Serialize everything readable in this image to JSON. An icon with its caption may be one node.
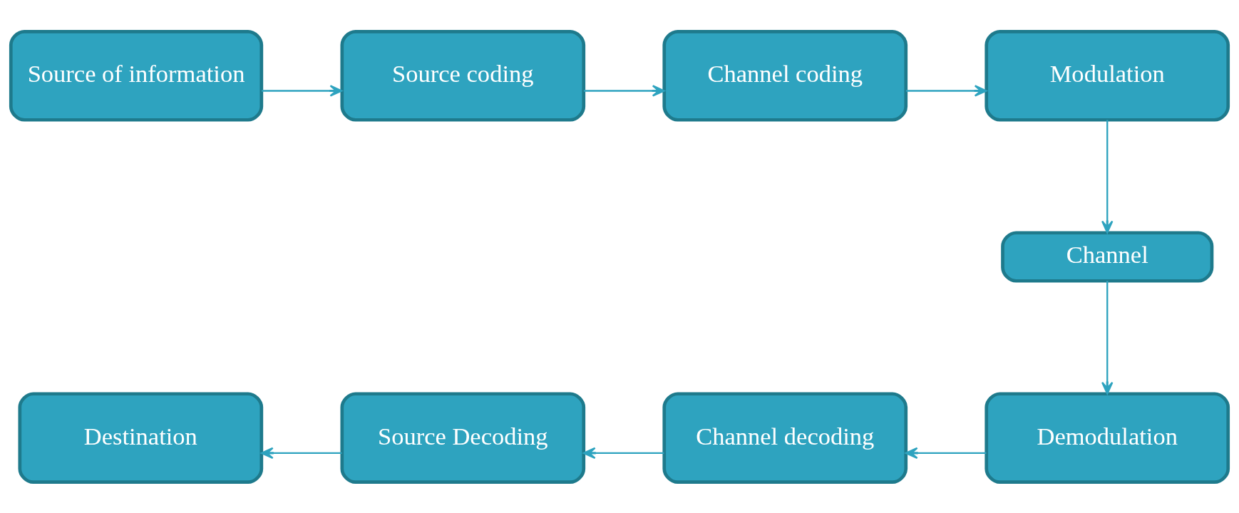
{
  "diagram": {
    "nodes": [
      {
        "text": [
          "Source of information"
        ]
      },
      {
        "text": [
          "Source coding"
        ]
      },
      {
        "text": [
          "Channel coding"
        ]
      },
      {
        "text": [
          "Modulation"
        ]
      },
      {
        "text": [
          "Channel"
        ]
      },
      {
        "text": [
          "Demodulation"
        ]
      },
      {
        "text": [
          "Channel decoding"
        ]
      },
      {
        "text": [
          "Source Decoding"
        ]
      },
      {
        "text": [
          "Destination"
        ]
      }
    ],
    "edges": [
      {
        "from": 0,
        "to": 1,
        "arrow": "to"
      },
      {
        "from": 1,
        "to": 2,
        "arrow": "to"
      },
      {
        "from": 2,
        "to": 3,
        "arrow": "to"
      },
      {
        "from": 3,
        "to": 4,
        "arrow": "to"
      },
      {
        "from": 4,
        "to": 5,
        "arrow": "to"
      },
      {
        "from": 5,
        "to": 6,
        "arrow": "to"
      },
      {
        "from": 6,
        "to": 7,
        "arrow": "to"
      },
      {
        "from": 7,
        "to": 8,
        "arrow": "to"
      }
    ]
  }
}
